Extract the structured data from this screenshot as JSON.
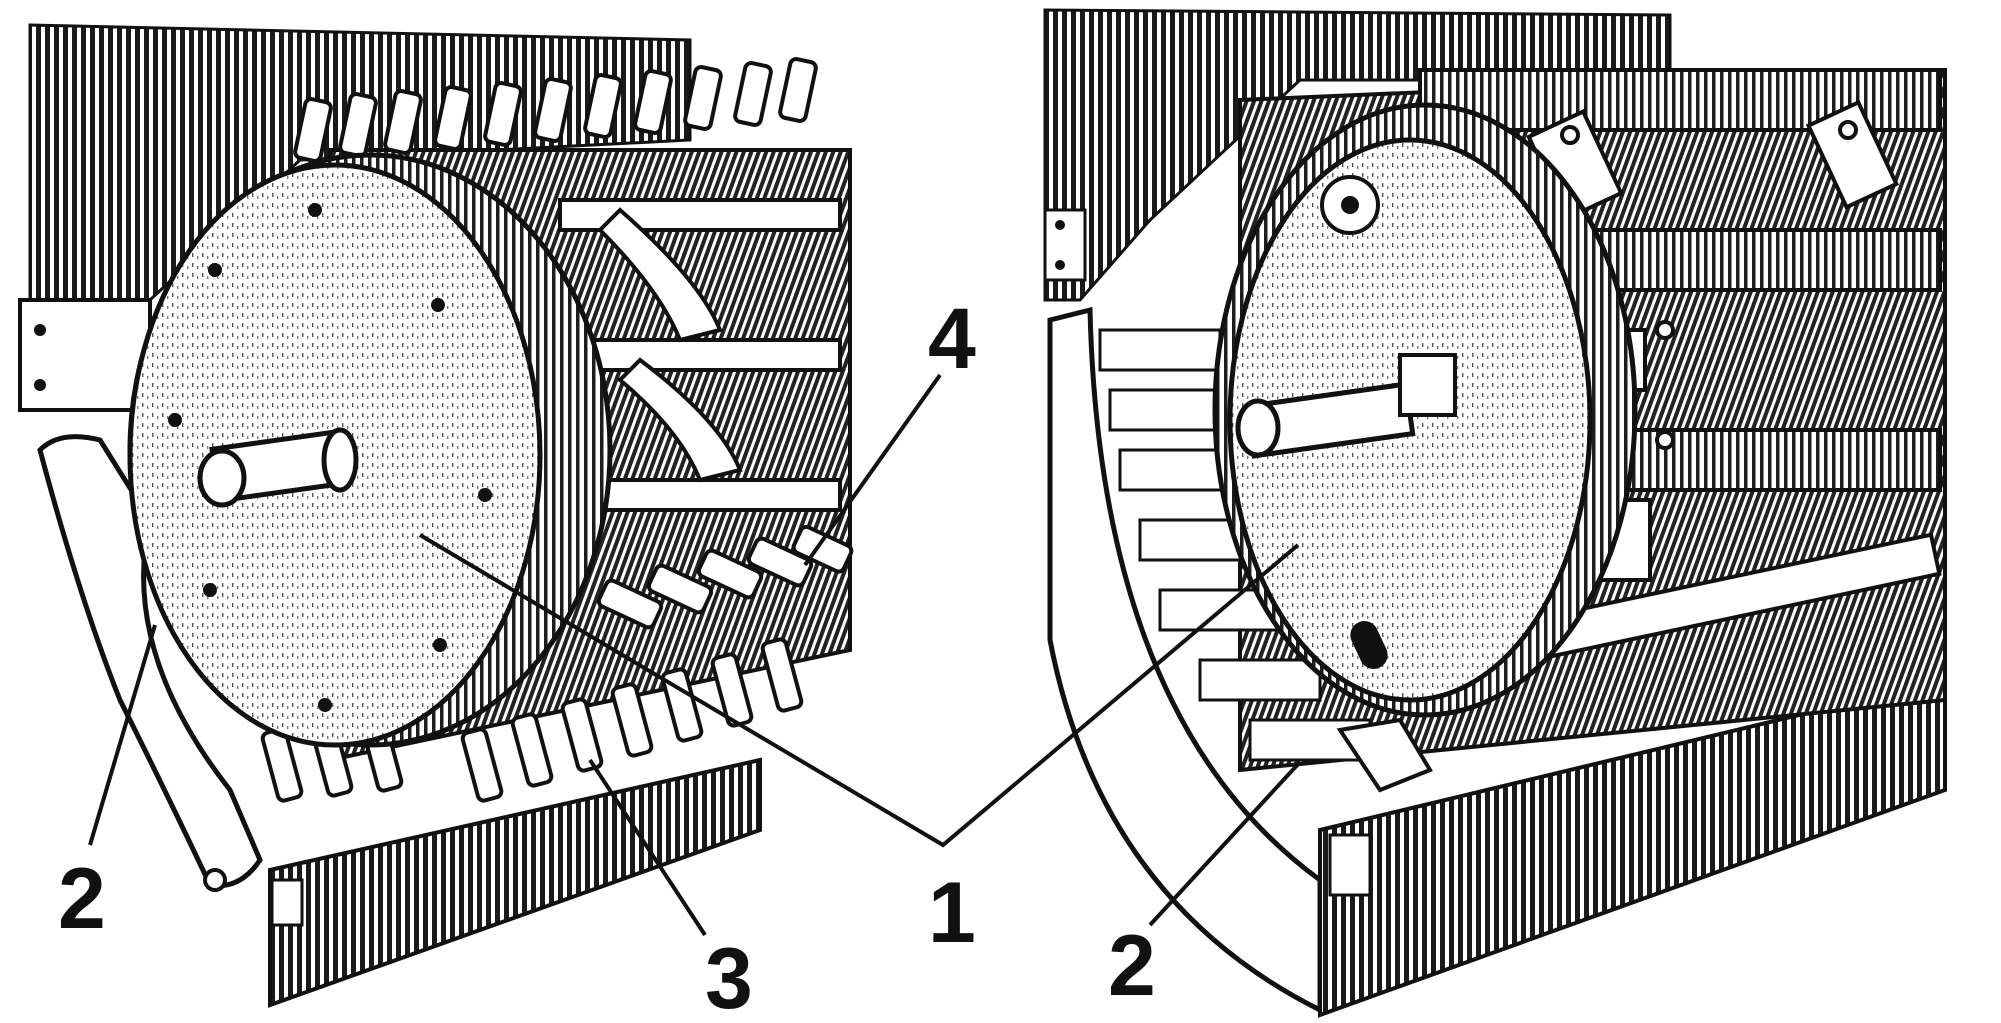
{
  "colors": {
    "ink": "#111111",
    "paper": "#ffffff",
    "shade": "#2a2a2a"
  },
  "callouts": {
    "part_1": "1",
    "part_2_left": "2",
    "part_2_right": "2",
    "part_3": "3",
    "part_4": "4"
  }
}
